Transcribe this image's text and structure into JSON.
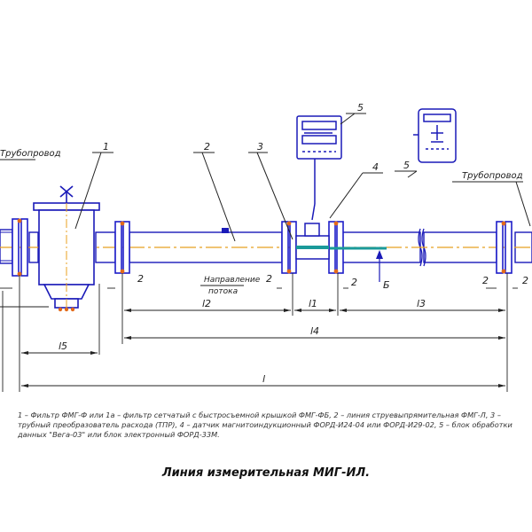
{
  "labels": {
    "pipeline_left": "Трубопровод",
    "pipeline_right": "Трубопровод",
    "callout_1": "1",
    "callout_2": "2",
    "callout_3": "3",
    "callout_4": "4",
    "callout_5a": "5",
    "callout_5b": "5",
    "flow_direction_line1": "Направление",
    "flow_direction_line2": "потока",
    "section_mark": "Б"
  },
  "dimensions": {
    "gap_a": "2",
    "gap_b": "2",
    "gap_c": "2",
    "gap_d": "2",
    "gap_e": "2",
    "l1": "l1",
    "l2": "l2",
    "l3": "l3",
    "l4": "l4",
    "l5": "l5",
    "l": "l"
  },
  "caption": "1 – Фильтр ФМГ-Ф или 1а – фильтр сетчатый с быстросъемной крышкой ФМГ-ФБ, 2 – линия струевыпрямительная ФМГ-Л, 3 – трубный преобразователь расхода (ТПР), 4 – датчик магнитоиндукционный ФОРД-И24-04 или ФОРД-И29-02, 5 – блок обработки данных \"Вега-03\" или блок электронный ФОРД-33М.",
  "title": "Линия измерительная МИГ-ИЛ.",
  "colors": {
    "pipe": "#1a1ab8",
    "flange": "#1d1dc8",
    "centerline": "#e8a020",
    "sensor": "#1a9a9a",
    "bolts": "#e36a1a",
    "dims": "#222222"
  }
}
